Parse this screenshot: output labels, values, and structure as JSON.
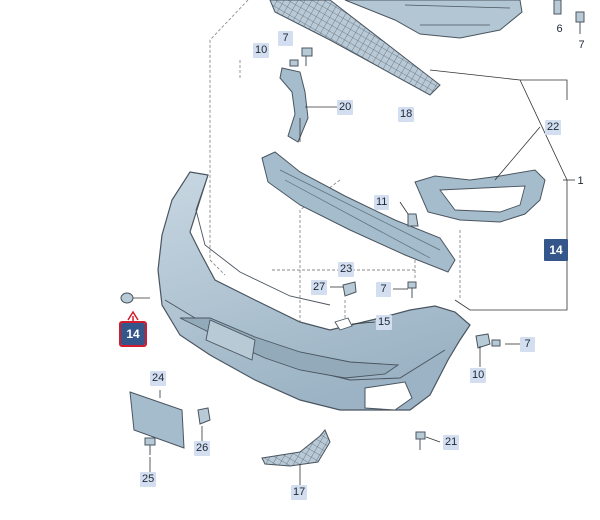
{
  "colors": {
    "body": "#a5bccc",
    "body_dark": "#7f97aa",
    "body_light": "#c4d4df",
    "line": "#4a5560",
    "leader": "#333333",
    "dashed": "#777777",
    "badge_bg": "#d3dff0",
    "badge_text": "#1c2733",
    "highlight_bg": "#34568a",
    "highlight_text": "#ffffff",
    "highlight_border": "#d31b2b"
  },
  "callouts": {
    "c7_top_right": "7",
    "c6": "6",
    "c10_top": "10",
    "c7_top": "7",
    "c20": "20",
    "c18": "18",
    "c22": "22",
    "c1": "1",
    "c11": "11",
    "c14_right": "14",
    "c23": "23",
    "c7_mid": "7",
    "c27": "27",
    "c15": "15",
    "c14_left": "14",
    "c7_right": "7",
    "c10_right": "10",
    "c24": "24",
    "c26": "26",
    "c21": "21",
    "c25": "25",
    "c17": "17"
  }
}
